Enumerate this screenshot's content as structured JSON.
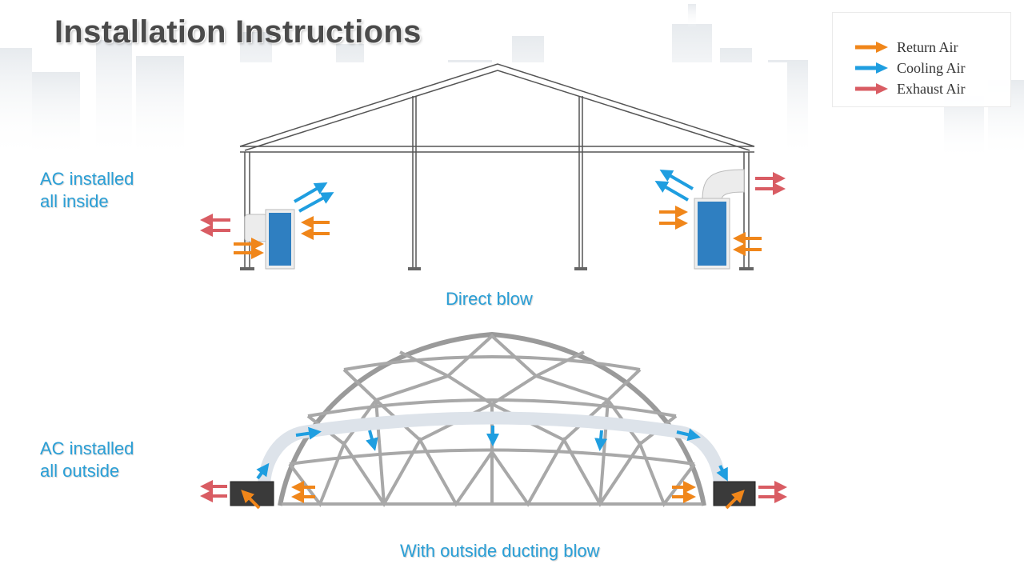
{
  "page": {
    "title": "Installation Instructions"
  },
  "legend": {
    "items": [
      {
        "label": "Return Air",
        "color": "#f0861a",
        "icon": "arrow-right-icon"
      },
      {
        "label": "Cooling Air",
        "color": "#1f9ee0",
        "icon": "arrow-right-icon"
      },
      {
        "label": "Exhaust Air",
        "color": "#d95c63",
        "icon": "arrow-right-icon"
      }
    ]
  },
  "sections": {
    "inside": {
      "label_line1": "AC installed",
      "label_line2": "all inside",
      "caption": "Direct blow"
    },
    "outside": {
      "label_line1": "AC installed",
      "label_line2": "all outside",
      "caption": "With outside ducting blow"
    }
  },
  "colors": {
    "accent_text": "#2a9fd6",
    "title_text": "#4a4a4a",
    "ac_unit": "#2f7fc1",
    "frame": "#555555"
  }
}
